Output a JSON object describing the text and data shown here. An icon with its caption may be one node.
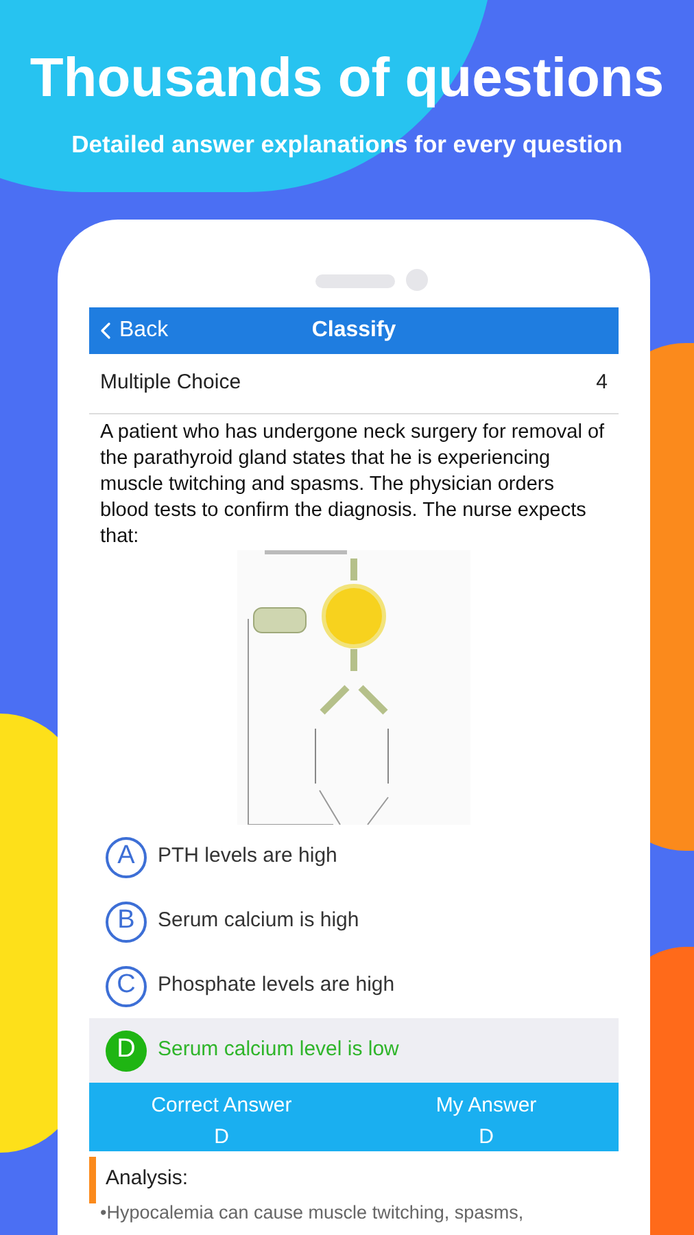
{
  "diagram": {
    "title": "Thousands of questions",
    "nodes": [
      {
        "text": [
          "A"
        ],
        "beside": [
          "PTH levels are high"
        ]
      },
      {
        "text": [
          "B"
        ],
        "beside": [
          "Serum calcium is high"
        ]
      },
      {
        "text": [
          "C"
        ],
        "beside": [
          "Phosphate levels are high"
        ]
      },
      {
        "text": [
          "D"
        ],
        "beside": [
          "Serum calcium level is low"
        ]
      }
    ],
    "labels": [
      "Detailed answer explanations for every question",
      "Back",
      "Classify",
      "Multiple Choice",
      "4",
      "A patient who has undergone neck surgery for removal of the parathyroid gland states that he is experiencing muscle twitching and spasms. The physician orders blood tests to confirm the diagnosis. The nurse expects that:",
      "Correct Answer",
      "D",
      "My Answer",
      "D",
      "Analysis:",
      "•Hypocalemia can cause muscle twitching, spasms,"
    ]
  }
}
